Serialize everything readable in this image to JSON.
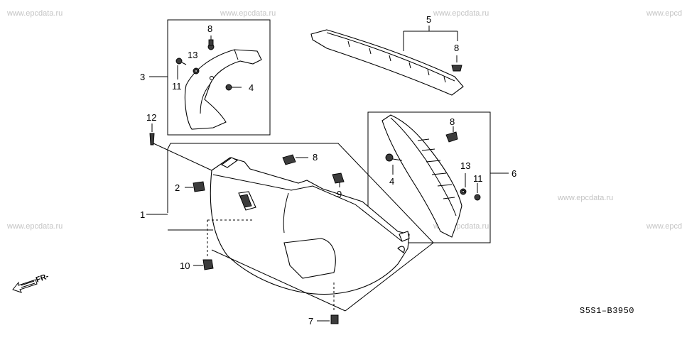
{
  "watermark": "www.epcdata.ru",
  "diagram_code": "S5S1–B3950",
  "direction_label": "FR-",
  "callouts": {
    "c1": "1",
    "c2": "2",
    "c3": "3",
    "c4a": "4",
    "c4b": "4",
    "c5": "5",
    "c6": "6",
    "c7": "7",
    "c8a": "8",
    "c8b": "8",
    "c8c": "8",
    "c8d": "8",
    "c9": "9",
    "c10": "10",
    "c11a": "11",
    "c11b": "11",
    "c12": "12",
    "c13a": "13",
    "c13b": "13"
  }
}
